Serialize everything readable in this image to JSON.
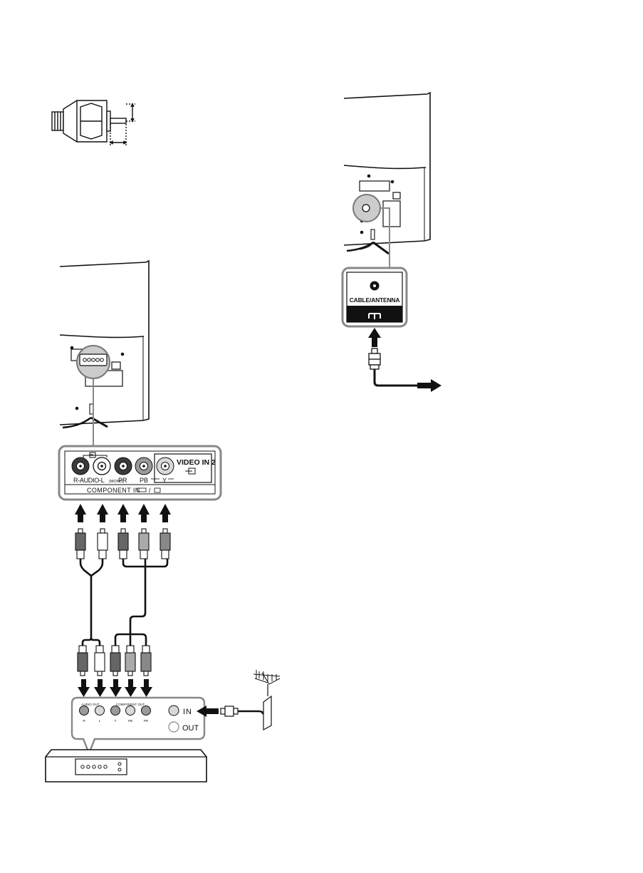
{
  "colors": {
    "ink": "#111111",
    "panel_stroke": "#7f7f7f",
    "jack_dark": "#3a3a3a",
    "jack_mid": "#9a9a9a",
    "jack_light": "#d8d8d8",
    "background": "#ffffff"
  },
  "tv_panel": {
    "video_in_label": "VIDEO IN 2",
    "audio_label": "R-AUDIO-L",
    "mono_label": "(MONO)",
    "pr_label": "PR",
    "pb_label": "PB",
    "y_label": "Y",
    "component_in_label": "COMPONENT IN",
    "component_in_suffix": "/"
  },
  "cable_panel": {
    "label": "CABLE/ANTENNA"
  },
  "source_device": {
    "audio_out_label": "AUDIO OUT",
    "component_out_label": "COMPONENT OUT",
    "jack_labels": [
      "R",
      "L",
      "Y",
      "PB",
      "PR"
    ],
    "in_label": "IN",
    "out_label": "OUT"
  },
  "icons": [
    "input-icon",
    "connector-plug-icon",
    "antenna-icon",
    "arrow-up-icon",
    "arrow-right-icon",
    "arrow-down-icon",
    "arrow-left-icon"
  ]
}
